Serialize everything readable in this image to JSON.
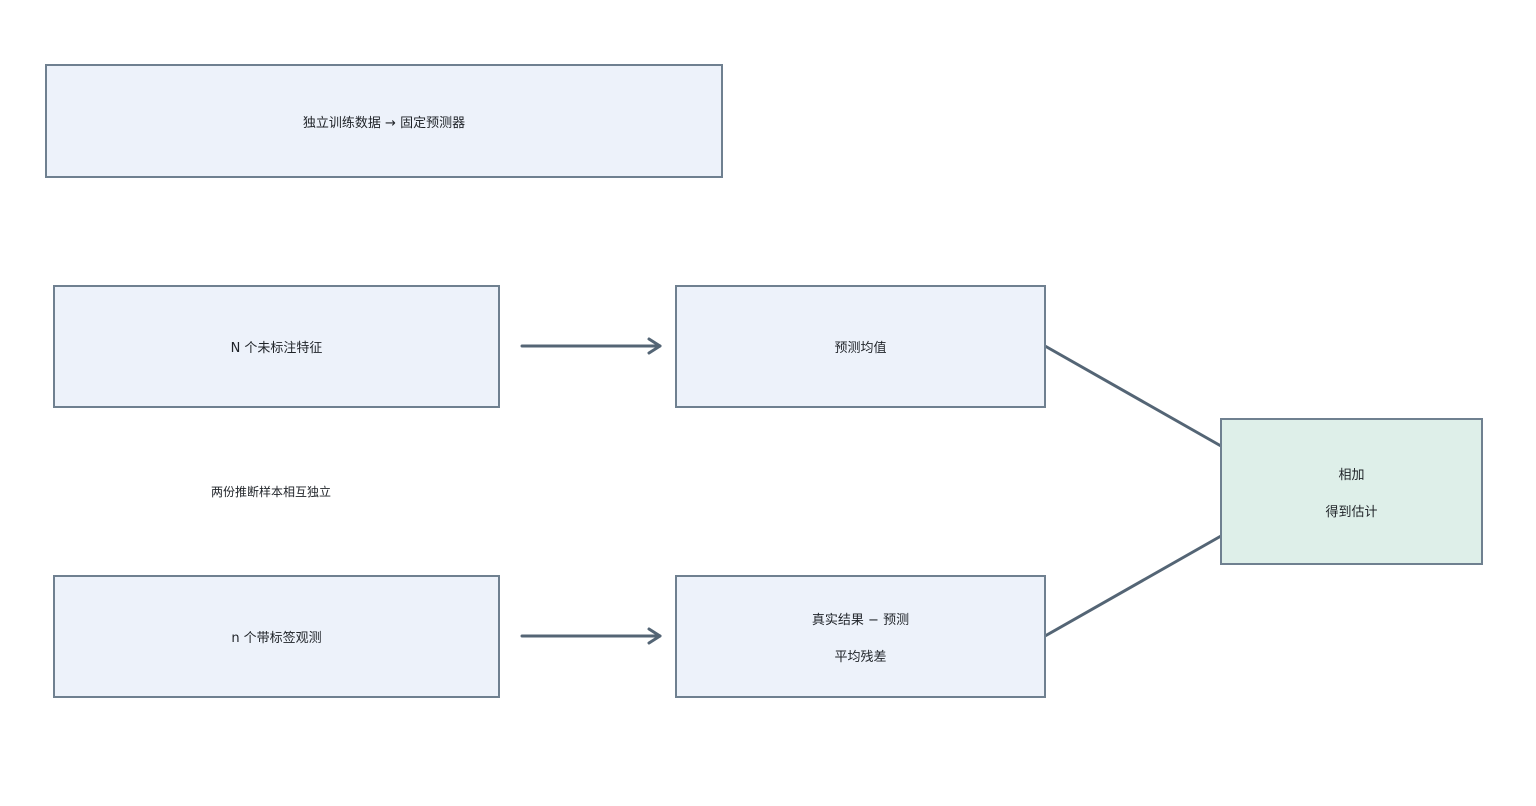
{
  "diagram": {
    "training_box": {
      "label": "独立训练数据 → 固定预测器"
    },
    "unlabeled_box": {
      "label": "N 个未标注特征"
    },
    "labeled_box": {
      "label": "n 个带标签观测"
    },
    "pred_mean_box": {
      "label": "预测均值"
    },
    "residual_box": {
      "line1": "真实结果 − 预测",
      "line2": "平均残差"
    },
    "sum_box": {
      "line1": "相加",
      "line2": "得到估计"
    },
    "independence_note": "两份推断样本相互独立",
    "colors": {
      "box_fill": "#edf2fa",
      "sum_fill": "#deefe9",
      "border": "#6f8090",
      "connector": "#546575"
    }
  }
}
